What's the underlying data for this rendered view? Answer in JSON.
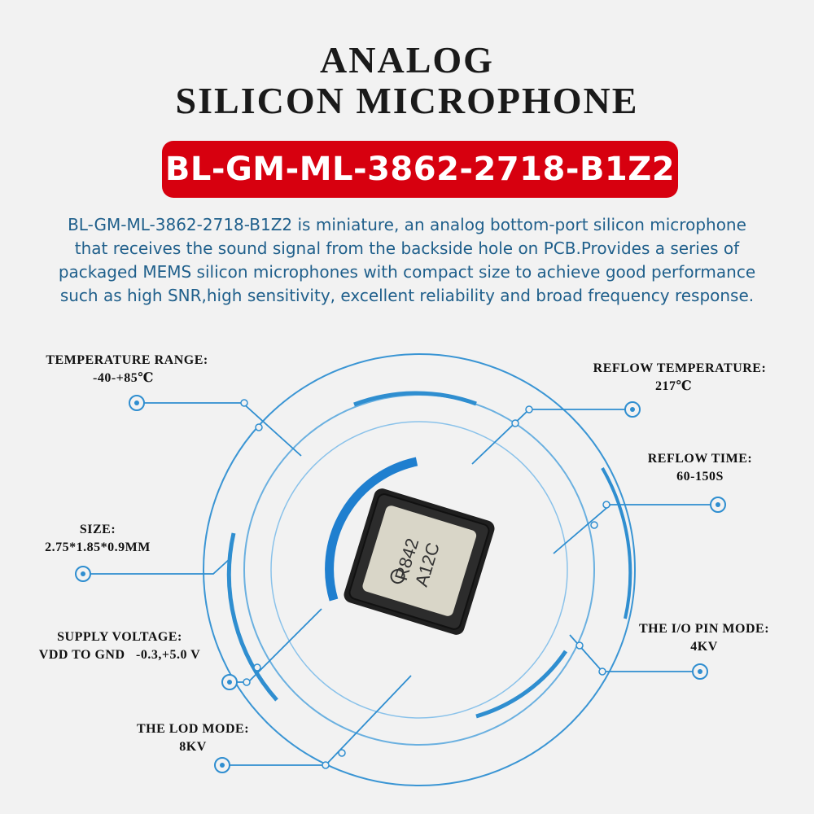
{
  "header": {
    "title_line1": "ANALOG",
    "title_line2": "SILICON MICROPHONE",
    "model": "BL-GM-ML-3862-2718-B1Z2"
  },
  "description": [
    "BL-GM-ML-3862-2718-B1Z2 is miniature, an analog bottom-port silicon microphone",
    "that receives the sound signal from the backside hole on PCB.Provides a series of",
    "packaged MEMS silicon microphones with compact size to achieve good performance",
    "such as high SNR,high sensitivity, excellent reliability and broad frequency response."
  ],
  "specs": {
    "temperature_range": {
      "label": "TEMPERATURE RANGE:",
      "value": "-40-+85℃"
    },
    "size": {
      "label": "SIZE:",
      "value": "2.75*1.85*0.9MM"
    },
    "supply_voltage": {
      "label": "SUPPLY VOLTAGE:",
      "value": "VDD TO GND   -0.3,+5.0 V"
    },
    "lod_mode": {
      "label": "THE LOD MODE:",
      "value": "8KV"
    },
    "reflow_temperature": {
      "label": "REFLOW TEMPERATURE:",
      "value": "217℃"
    },
    "reflow_time": {
      "label": "REFLOW TIME:",
      "value": "60-150S"
    },
    "io_pin_mode": {
      "label": "THE I/O PIN MODE:",
      "value": "4KV"
    }
  },
  "chip": {
    "marking_line1": "R842",
    "marking_line2": "A12C"
  },
  "colors": {
    "accent": "#d7000f",
    "ring_blue": "#2f8ed0",
    "text_blue": "#1f5f8b"
  }
}
